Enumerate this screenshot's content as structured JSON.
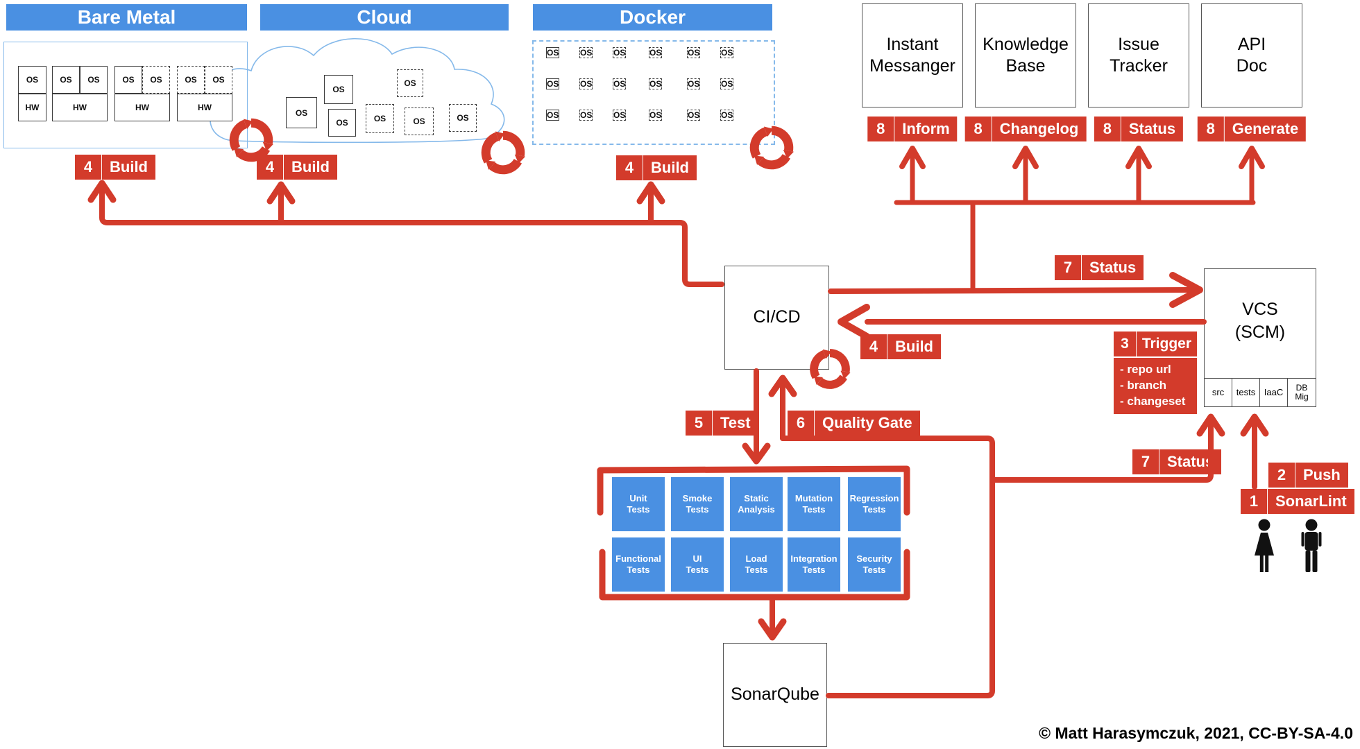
{
  "headers": {
    "bare_metal": "Bare Metal",
    "cloud": "Cloud",
    "docker": "Docker"
  },
  "labels": {
    "os": "OS",
    "hw": "HW"
  },
  "tools": [
    {
      "name": "Instant\nMessanger",
      "step_num": "8",
      "step_label": "Inform"
    },
    {
      "name": "Knowledge\nBase",
      "step_num": "8",
      "step_label": "Changelog"
    },
    {
      "name": "Issue\nTracker",
      "step_num": "8",
      "step_label": "Status"
    },
    {
      "name": "API\nDoc",
      "step_num": "8",
      "step_label": "Generate"
    }
  ],
  "nodes": {
    "cicd": "CI/CD",
    "vcs": "VCS\n(SCM)",
    "sonarqube": "SonarQube"
  },
  "vcs_compartments": [
    "src",
    "tests",
    "IaaC",
    "DB\nMig"
  ],
  "steps": {
    "build_bare_metal": {
      "num": "4",
      "label": "Build"
    },
    "build_cloud": {
      "num": "4",
      "label": "Build"
    },
    "build_docker": {
      "num": "4",
      "label": "Build"
    },
    "status_to_vcs": {
      "num": "7",
      "label": "Status"
    },
    "build_from_vcs": {
      "num": "4",
      "label": "Build"
    },
    "trigger": {
      "num": "3",
      "label": "Trigger",
      "details": "- repo url\n- branch\n- changeset"
    },
    "test": {
      "num": "5",
      "label": "Test"
    },
    "quality_gate": {
      "num": "6",
      "label": "Quality Gate"
    },
    "sonar_status": {
      "num": "7",
      "label": "Status"
    },
    "push": {
      "num": "2",
      "label": "Push"
    },
    "sonarlint": {
      "num": "1",
      "label": "SonarLint"
    }
  },
  "tests": [
    "Unit\nTests",
    "Smoke\nTests",
    "Static\nAnalysis",
    "Mutation\nTests",
    "Regression\nTests",
    "Functional\nTests",
    "UI\nTests",
    "Load\nTests",
    "Integration\nTests",
    "Security\nTests"
  ],
  "footer": {
    "copyright": "© Matt Harasymczuk, 2021, CC-BY-SA-4.0"
  },
  "colors": {
    "blue": "#4a90e2",
    "red": "#d33b2b",
    "light_blue": "#85b9ea"
  }
}
